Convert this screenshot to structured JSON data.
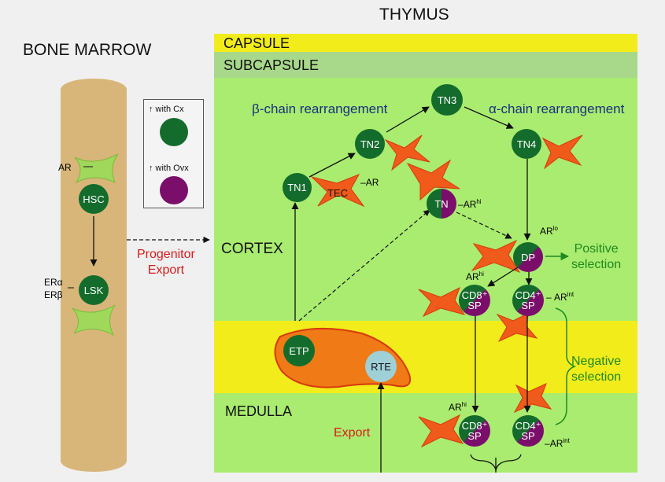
{
  "titles": {
    "bone_marrow": "BONE MARROW",
    "thymus": "THYMUS"
  },
  "zones": {
    "capsule": "CAPSULE",
    "subcapsule": "SUBCAPSULE",
    "cortex": "CORTEX",
    "medulla": "MEDULLA"
  },
  "legend": {
    "cx": "↑ with Cx",
    "ovx": "↑ with Ovx"
  },
  "cells": {
    "hsc": "HSC",
    "lsk": "LSK",
    "tn1": "TN1",
    "tn2": "TN2",
    "tn3": "TN3",
    "tn4": "TN4",
    "tn": "TN",
    "dp": "DP",
    "etp": "ETP",
    "rte": "RTE",
    "cd8_top": "CD8⁺",
    "cd4_top": "CD4⁺",
    "cd8_bottom": "CD8⁺",
    "cd4_bottom": "CD4⁺",
    "sp": "SP"
  },
  "labels": {
    "ar": "AR",
    "er_alpha": "ERα",
    "er_beta": "ERβ",
    "tec": "TEC",
    "hi": "hi",
    "lo": "lo",
    "int": "int",
    "beta_chain": "β-chain rearrangement",
    "alpha_chain": "α-chain rearrangement",
    "progenitor_line1": "Progenitor",
    "progenitor_line2": "Export",
    "positive_line1": "Positive",
    "positive_line2": "selection",
    "negative_line1": "Negative",
    "negative_line2": "selection",
    "export": "Export"
  },
  "colors": {
    "cell_green": "#146c2c",
    "cell_purple": "#7a0e6a",
    "rte_blue": "#9fd0d8",
    "capsule": "#f2ec1a",
    "subcapsule": "#a8d88a",
    "cortex": "#a9ec6f",
    "medulla_band": "#f2ec1a",
    "etp_blob": "#f07a16",
    "bone_marrow": "#d8b679",
    "tec_orange": "#f05a1a",
    "stromal_green": "#9fd85a"
  }
}
